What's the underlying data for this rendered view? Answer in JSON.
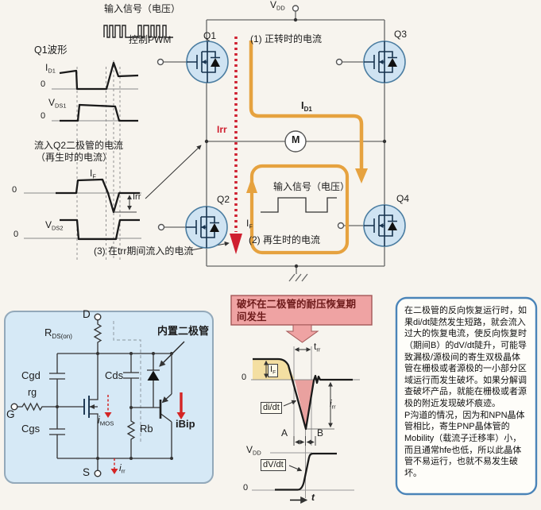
{
  "colors": {
    "background": "#f7f4ee",
    "orange_path": "#e6a23f",
    "red_current": "#cf2030",
    "mosfet_fill": "#cfe3f2",
    "panel_blue": "#d6e9f6",
    "pink_box": "#efa3a3",
    "yellow_shade": "#f4dfa2",
    "pink_shade": "#e9a19f",
    "note_border": "#4a84b8"
  },
  "top_left": {
    "input_signal": "输入信号（电压）",
    "pwm": "控制PWM",
    "q1_waveform": "Q1波形",
    "id1": {
      "base": "I",
      "sub": "D1"
    },
    "vds1": {
      "base": "V",
      "sub": "DS1"
    },
    "q2_current_line1": "流入Q2二极管的电流",
    "q2_current_line2": "（再生时的电流）",
    "if": {
      "base": "I",
      "sub": "F"
    },
    "irr": "Irr",
    "vds2": {
      "base": "V",
      "sub": "DS2"
    },
    "zero": "0",
    "note3": "(3) 在trr期间流入的电流"
  },
  "bridge": {
    "vdd": {
      "base": "V",
      "sub": "DD"
    },
    "q1": "Q1",
    "q2": "Q2",
    "q3": "Q3",
    "q4": "Q4",
    "motor": "M",
    "note1": "(1) 正转时的电流",
    "id1_path": {
      "base": "I",
      "sub": "D1"
    },
    "irr_red": "Irr",
    "loop": {
      "input_signal": "输入信号（电压）",
      "if": {
        "base": "I",
        "sub": "F"
      },
      "note2": "(2) 再生时的电流"
    }
  },
  "equiv": {
    "d": "D",
    "g": "G",
    "s": "S",
    "rds": {
      "base": "R",
      "sub": "DS(on)"
    },
    "cgd": "Cgd",
    "rg": "rg",
    "cgs": "Cgs",
    "cds": "Cds",
    "imos": {
      "base": "i",
      "sub": "MOS"
    },
    "rb": "Rb",
    "ibip": "iBip",
    "irr": {
      "base": "i",
      "sub": "rr"
    },
    "builtin_diode": "内置二极管"
  },
  "breakdown": {
    "title": "破坏在二极管的耐压恢复期间发生",
    "trr": {
      "base": "t",
      "sub": "rr"
    },
    "if": {
      "base": "I",
      "sub": "F"
    },
    "didt": "di/dt",
    "irr": {
      "base": "i",
      "sub": "rr"
    },
    "a": "A",
    "b": "B",
    "vdd": {
      "base": "V",
      "sub": "DD"
    },
    "dvdt": "dV/dt",
    "zero": "0",
    "t": "t"
  },
  "note_panel": {
    "para1": "在二极管的反向恢复运行时，如果di/dt陡然发生短路，就会流入过大的恢复电流，使反向恢复时（期间B）的dV/dt陡升，可能导致漏极/源极间的寄生双极晶体管在栅极或者源极的一小部分区域运行而发生破坏。如果分解调查破坏产品，就能在栅极或者源极的附近发现破坏痕迹。",
    "para2": "P沟道的情况，因为和NPN晶体管相比，寄生PNP晶体管的Mobility（载流子迁移率）小，而且通常hfe也低，所以此晶体管不易运行，也就不易发生破坏。"
  }
}
